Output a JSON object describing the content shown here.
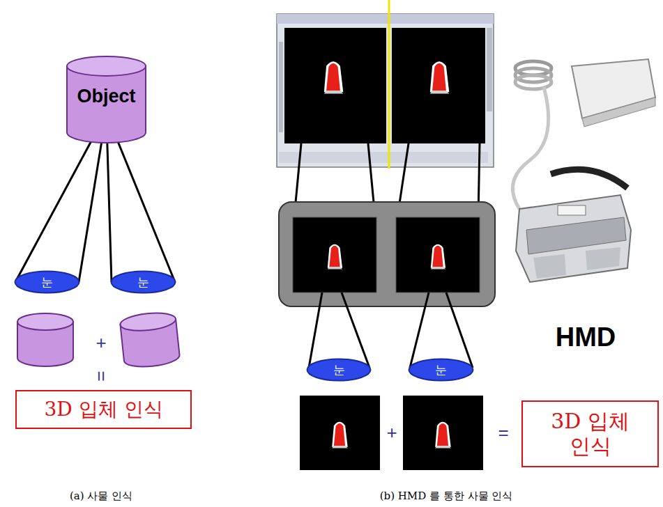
{
  "diagram": {
    "nodes": [
      {
        "text": [
          "Object"
        ]
      },
      {
        "text": [
          "눈"
        ]
      },
      {
        "text": [
          "눈"
        ]
      },
      {
        "text": [
          "3D 입체 인식"
        ]
      },
      {
        "text": [
          "눈"
        ]
      },
      {
        "text": [
          "눈"
        ]
      },
      {
        "text": [
          "3D 입체 인식"
        ]
      }
    ],
    "edges": [
      {
        "from": 0,
        "to": 1,
        "arrow": "none"
      },
      {
        "from": 0,
        "to": 2,
        "arrow": "none"
      }
    ],
    "labels": [
      "+",
      "=",
      "HMD",
      "+",
      "=",
      "(a) 사물 인식",
      "(b) HMD 를 통한 사물 인식"
    ]
  }
}
